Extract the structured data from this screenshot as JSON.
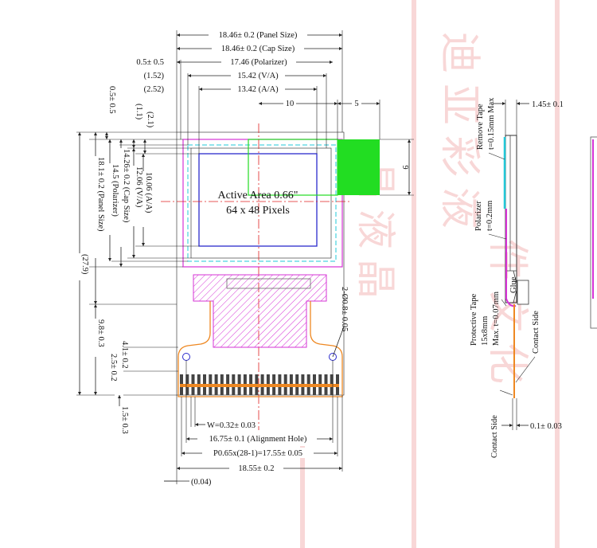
{
  "top_dims": {
    "panel_size": "18.46± 0.2 (Panel Size)",
    "cap_size": "18.46± 0.2 (Cap Size)",
    "polarizer_offset": "0.5± 0.5",
    "polarizer": "17.46 (Polarizer)",
    "va_offset": "(1.52)",
    "va": "15.42 (V/A)",
    "aa_offset": "(2.52)",
    "aa": "13.42 (A/A)",
    "ten": "10",
    "five": "5"
  },
  "left_dims": {
    "v_offset_1": "0.5± 0.5",
    "v_offset_2": "(1.1)",
    "v_offset_3": "(2.1)",
    "aa_h": "10.06 (A/A)",
    "va_h": "12.06 (V/A)",
    "cap_h": "14.26± 0.2 (Cap Size)",
    "pol_h": "14.5 (Polarizer)",
    "panel_h": "18.1± 0.2 (Panel Size)",
    "total_h": "(27.9)",
    "lower_h": "9.8± 0.3",
    "pad_h": "4.1± 0.2",
    "pad_h2": "2.5± 0.2",
    "bottom_h": "1.5± 0.3"
  },
  "green_dim": "9",
  "active_area": {
    "line1": "Active Area 0.66\"",
    "line2": "64 x 48 Pixels"
  },
  "hole_dim": "2-Ø0.8± 0.05",
  "bottom_dims": {
    "w": "W=0.32± 0.03",
    "align": "16.75± 0.1 (Alignment Hole)",
    "pitch": "P0.65x(28-1)=17.55± 0.05",
    "fpc_w": "18.55± 0.2",
    "offset": "(0.04)"
  },
  "side_view": {
    "remove_tape": "Remove Tape",
    "remove_tape_t": "t=0.15mm Max",
    "thickness": "1.45± 0.1",
    "polarizer": "Polarizer",
    "polarizer_t": "t=0.2mm",
    "glue": "Glue",
    "protective_tape": "Protective Tape",
    "protective_tape_size": "15x8mm",
    "protective_tape_t": "Max. t=0.07mm",
    "contact_side_1": "Contact Side",
    "contact_side_2": "Contact Side",
    "fpc_t": "0.1± 0.03"
  },
  "colors": {
    "magenta": "#d633d6",
    "cyan": "#22c8d8",
    "blue": "#2b2bcc",
    "green": "#22dd22",
    "red": "#e02020",
    "orange": "#ee8822",
    "watermark": "#f4b8b8"
  },
  "fpc_pin_count": 28
}
